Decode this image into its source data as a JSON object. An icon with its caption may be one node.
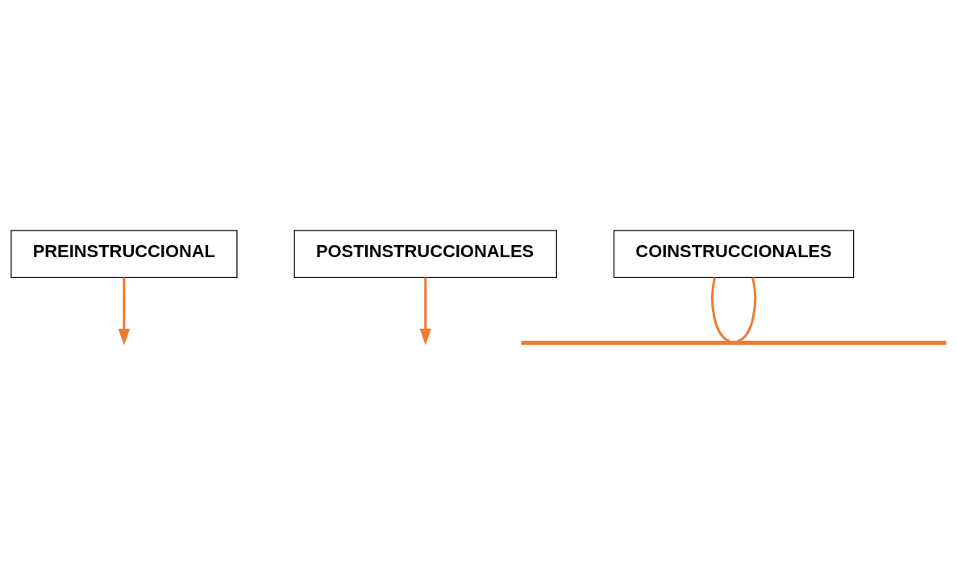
{
  "diagram": {
    "nodes": [
      {
        "text": [
          "PREINSTRUCCIONAL"
        ]
      },
      {
        "text": [
          "POSTINSTRUCCIONALES"
        ]
      },
      {
        "text": [
          "COINSTRUCCIONALES"
        ]
      },
      {
        "text": [],
        "shape": "bar"
      }
    ],
    "edges": [
      {
        "from": 0,
        "to": null,
        "arrow": "to"
      },
      {
        "from": 2,
        "to": 3,
        "arrow": "none"
      },
      {
        "from": 2,
        "to": 3,
        "arrow": "none"
      },
      {
        "from": 1,
        "to": null,
        "arrow": "to"
      }
    ]
  }
}
